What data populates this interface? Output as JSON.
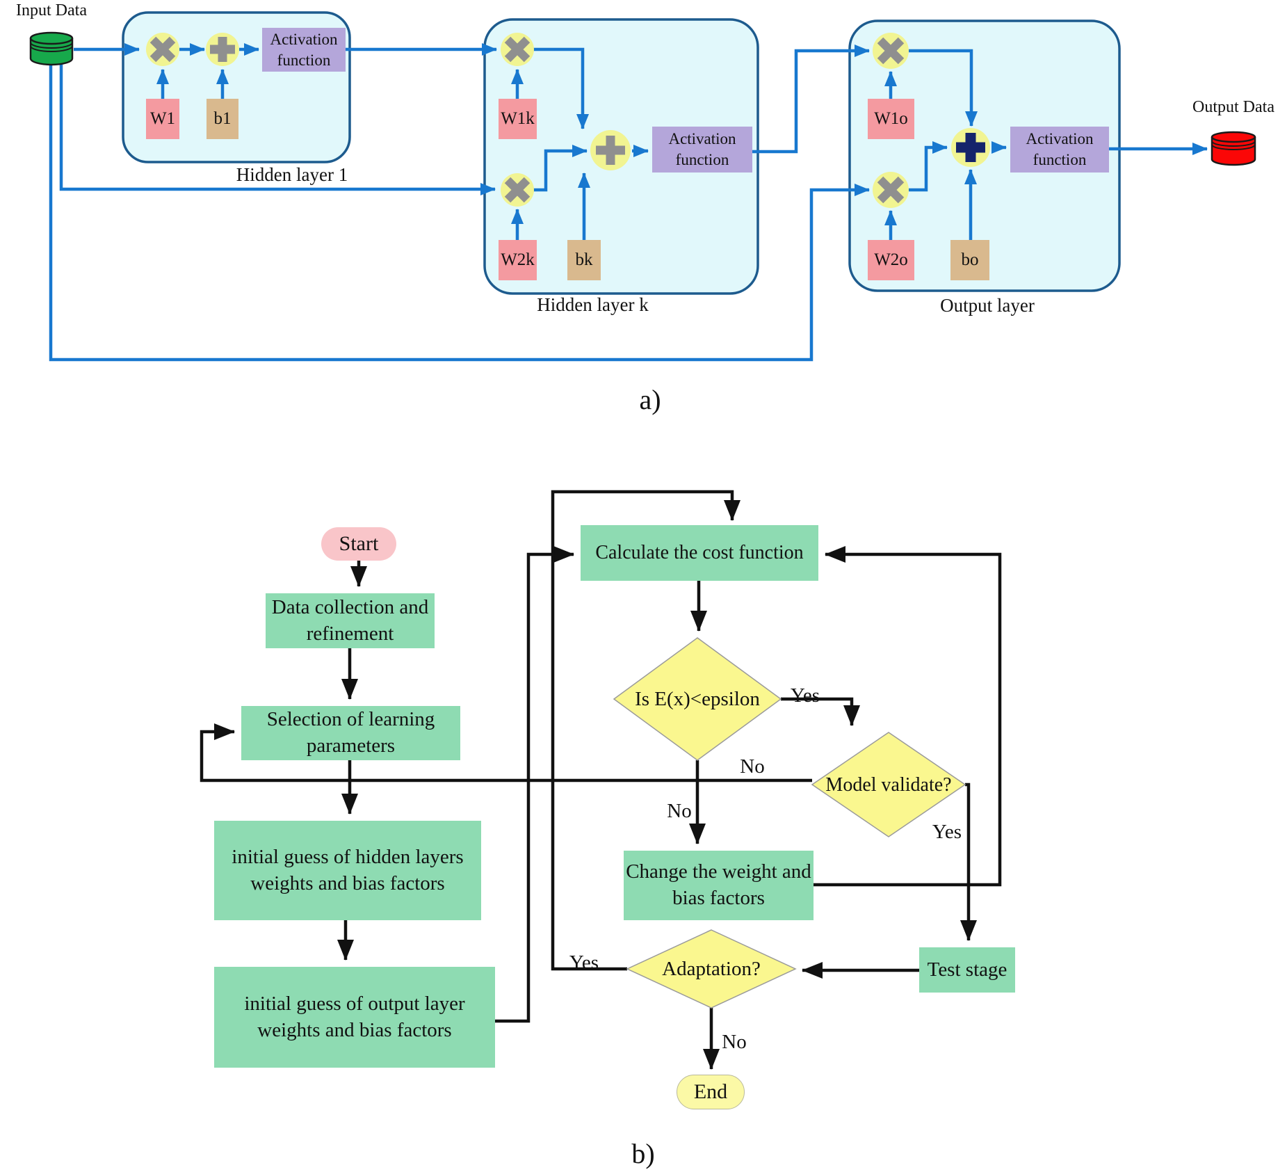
{
  "panels": {
    "a": "a)",
    "b": "b)"
  },
  "network": {
    "input_label": "Input Data",
    "output_label": "Output Data",
    "activation_label": "Activation function",
    "layer1": {
      "caption": "Hidden layer 1",
      "w1": "W1",
      "b": "b1"
    },
    "layerk": {
      "caption": "Hidden layer k",
      "w1": "W1k",
      "w2": "W2k",
      "b": "bk"
    },
    "output_layer": {
      "caption": "Output layer",
      "w1": "W1o",
      "w2": "W2o",
      "b": "bo"
    }
  },
  "flow": {
    "start": "Start",
    "data_collection": "Data collection and refinement",
    "selection": "Selection of learning parameters",
    "hidden_guess": "initial guess of hidden layers weights and bias factors",
    "output_guess": "initial guess of output layer weights and bias factors",
    "calculate": "Calculate the cost function",
    "epsilon_check": "Is E(x)<epsilon",
    "model_validate": "Model validate?",
    "change_weights": "Change the weight and bias factors",
    "test_stage": "Test stage",
    "adaptation": "Adaptation?",
    "end": "End",
    "yes": "Yes",
    "no": "No"
  },
  "colors": {
    "layer-fill": "#e1f8fb",
    "layer-border": "#1d5b8e",
    "arrow-blue": "#1878cf",
    "flow-line": "#111111",
    "op-yellow": "#f1f492",
    "op-gray": "#8f8f8f",
    "op-navy": "#15246b",
    "weight-pink": "#f49aa0",
    "bias-tan": "#d9b98e",
    "activation-purple": "#b4a6da",
    "flow-green": "#8edbb2",
    "start-pink": "#f9c5c9",
    "diamond-yellow": "#faf78f",
    "diamond-border": "#9a9a9a",
    "end-yellow": "#fbf9a6",
    "input-green": "#17a94b",
    "output-red": "#fb0707"
  }
}
